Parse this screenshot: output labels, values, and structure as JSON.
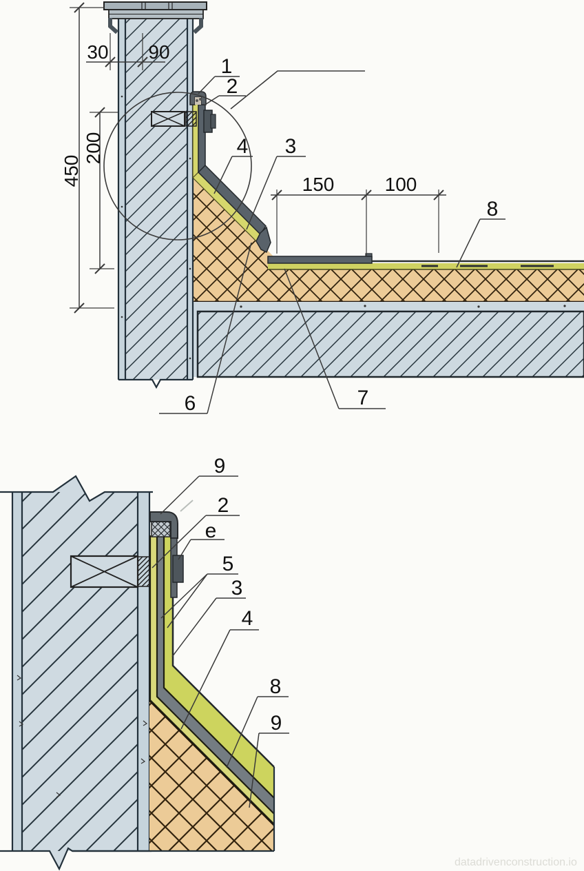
{
  "watermark": "datadrivenconstruction.io",
  "colors": {
    "concrete_fill": "#cfdae1",
    "insulation_fill": "#eccb97",
    "membrane_yellow": "#cfd262",
    "metal_gray": "#59626a",
    "line_dark": "#24292e"
  },
  "top_detail": {
    "dims": {
      "d30": "30",
      "d90": "90",
      "d450": "450",
      "d200": "200",
      "d150": "150",
      "d100": "100"
    },
    "callouts": {
      "c1": "1",
      "c2": "2",
      "c3": "3",
      "c4": "4",
      "c6": "6",
      "c7": "7",
      "c8": "8"
    }
  },
  "bottom_detail": {
    "callouts": {
      "c9_top": "9",
      "c2": "2",
      "ce": "e",
      "c5": "5",
      "c3": "3",
      "c4": "4",
      "c8": "8",
      "c9_bottom": "9"
    }
  }
}
